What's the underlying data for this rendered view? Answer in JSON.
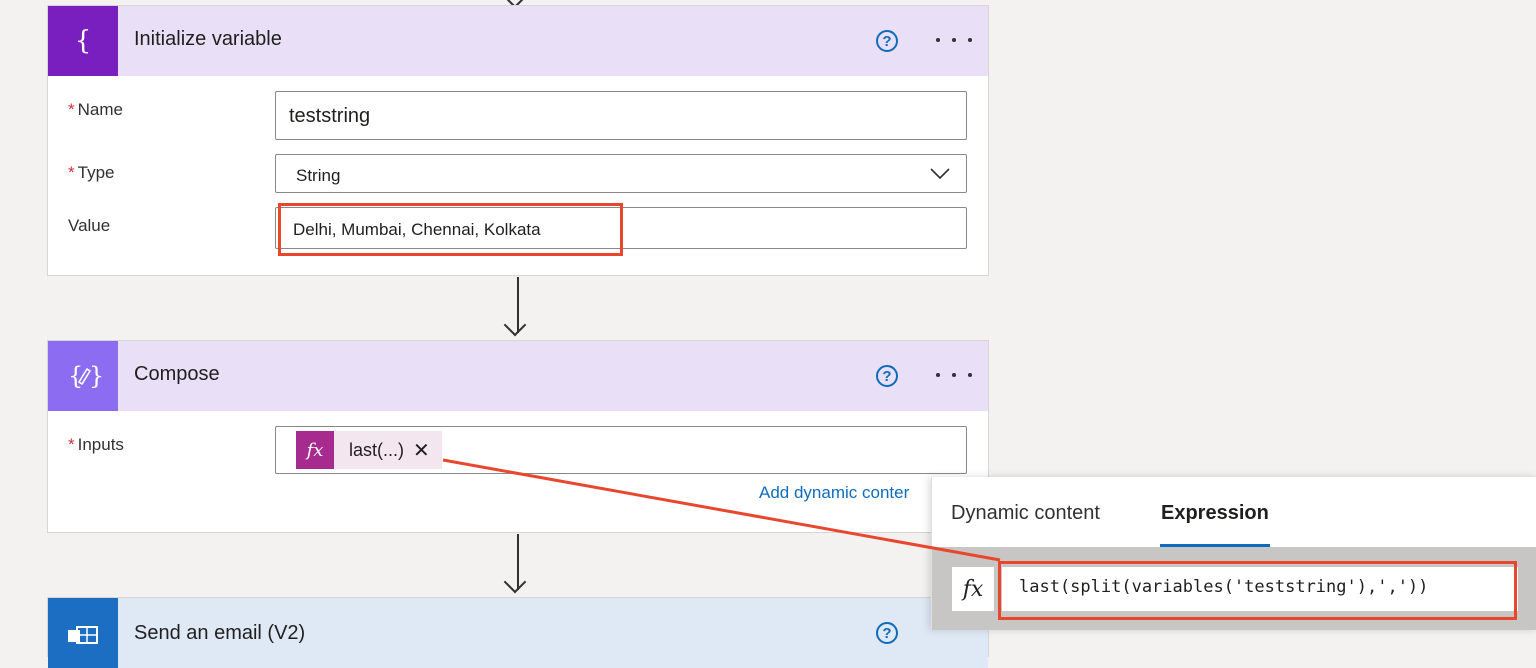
{
  "init_card": {
    "title": "Initialize variable",
    "icon": "variable-icon",
    "name_label": "Name",
    "name_value": "teststring",
    "type_label": "Type",
    "type_value": "String",
    "value_label": "Value",
    "value_value": "Delhi, Mumbai, Chennai, Kolkata",
    "required_mark": "*",
    "help_glyph": "?"
  },
  "compose_card": {
    "title": "Compose",
    "icon": "compose-icon",
    "inputs_label": "Inputs",
    "token_fx": "fx",
    "token_label": "last(...)",
    "token_close": "✕",
    "add_dynamic": "Add dynamic conter",
    "required_mark": "*",
    "help_glyph": "?"
  },
  "email_card": {
    "title": "Send an email (V2)",
    "icon": "outlook-icon"
  },
  "popup": {
    "tabs": [
      "Dynamic content",
      "Expression"
    ],
    "active_tab": "Expression",
    "fx_glyph": "fx",
    "expression": "last(split(variables('teststring'),','))"
  },
  "colors": {
    "variable_purple": "#7a1fbf",
    "compose_purple": "#8c6cf0",
    "token_magenta": "#a72b8f",
    "highlight_red": "#e8472e",
    "link_blue": "#0f6cbd"
  }
}
